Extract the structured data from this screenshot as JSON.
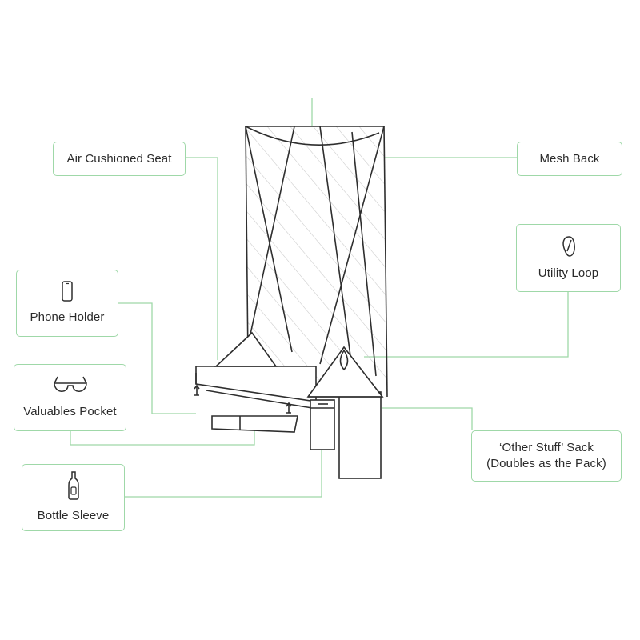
{
  "diagram": {
    "accent_color": "#9fd8a8",
    "line_color": "#2e2e2e",
    "labels": {
      "air_cushioned_seat": "Air Cushioned Seat",
      "mesh_back": "Mesh Back",
      "utility_loop": "Utility Loop",
      "phone_holder": "Phone Holder",
      "valuables_pocket": "Valuables Pocket",
      "other_stuff_sack_line1": "‘Other Stuff’ Sack",
      "other_stuff_sack_line2": "(Doubles as the Pack)",
      "bottle_sleeve": "Bottle Sleeve"
    },
    "icons": {
      "utility_loop": "carabiner-icon",
      "phone_holder": "phone-icon",
      "valuables_pocket": "sunglasses-icon",
      "bottle_sleeve": "bottle-icon"
    }
  }
}
